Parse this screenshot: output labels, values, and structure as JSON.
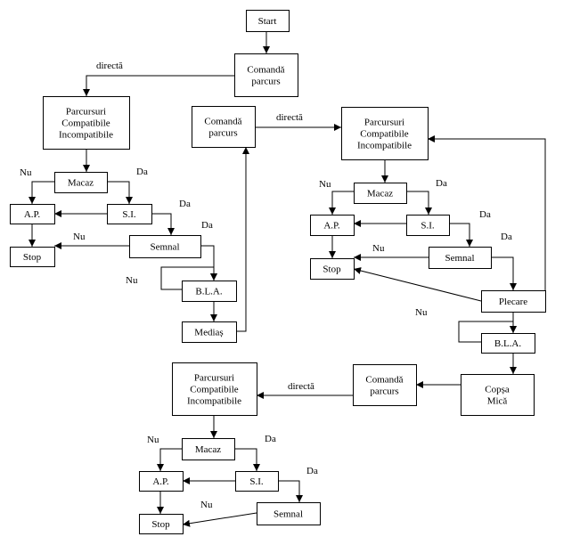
{
  "nodes": {
    "start": [
      "Start"
    ],
    "cmd1": [
      "Comandă",
      "parcurs"
    ],
    "pc1": [
      "Parcursuri",
      "Compatibile",
      "Incompatibile"
    ],
    "macaz1": [
      "Macaz"
    ],
    "ap1": [
      "A.P."
    ],
    "si1": [
      "S.I."
    ],
    "stop1": [
      "Stop"
    ],
    "semnal1": [
      "Semnal"
    ],
    "bla1": [
      "B.L.A."
    ],
    "medias": [
      "Mediaș"
    ],
    "cmd2": [
      "Comandă",
      "parcurs"
    ],
    "pc2": [
      "Parcursuri",
      "Compatibile",
      "Incompatibile"
    ],
    "macaz2": [
      "Macaz"
    ],
    "ap2": [
      "A.P."
    ],
    "si2": [
      "S.I."
    ],
    "stop2": [
      "Stop"
    ],
    "semnal2": [
      "Semnal"
    ],
    "plecare": [
      "Plecare"
    ],
    "bla2": [
      "B.L.A."
    ],
    "copsa": [
      "Copșa",
      "Mică"
    ],
    "cmd3": [
      "Comandă",
      "parcurs"
    ],
    "pc3": [
      "Parcursuri",
      "Compatibile",
      "Incompatibile"
    ],
    "macaz3": [
      "Macaz"
    ],
    "ap3": [
      "A.P."
    ],
    "si3": [
      "S.I."
    ],
    "stop3": [
      "Stop"
    ],
    "semnal3": [
      "Semnal"
    ]
  },
  "edge_labels": {
    "directa1": "directă",
    "directa2": "directă",
    "directa3": "directă",
    "nu_macaz1": "Nu",
    "da_macaz1": "Da",
    "da_si1": "Da",
    "da_si1b": "Da",
    "nu_semnal1": "Nu",
    "nu_bla1": "Nu",
    "nu_macaz2": "Nu",
    "da_macaz2": "Da",
    "da_si2": "Da",
    "da_si2b": "Da",
    "nu_semnal2": "Nu",
    "nu_bla2": "Nu",
    "nu_macaz3": "Nu",
    "da_macaz3": "Da",
    "da_si3": "Da",
    "nu_semnal3": "Nu"
  }
}
